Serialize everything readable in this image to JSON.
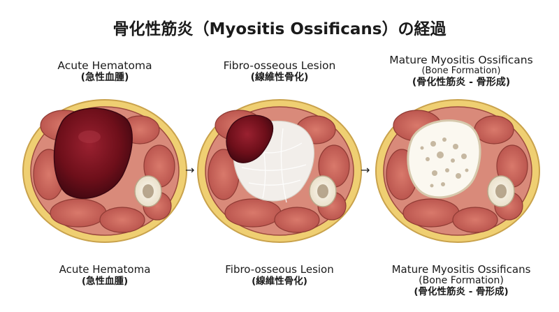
{
  "title": "骨化性筋炎（Myositis Ossificans）の経過",
  "stages": [
    {
      "en": "Acute Hematoma",
      "jp": "(急性血腫)"
    },
    {
      "en": "Fibro-osseous Lesion",
      "jp": "(線維性骨化)"
    },
    {
      "en": "Mature Myositis Ossificans",
      "sub": "(Bone Formation)",
      "jp": "(骨化性筋炎 - 骨形成)"
    }
  ],
  "bottom_labels": [
    {
      "en": "Acute Hematoma",
      "jp": "(急性血腫)"
    },
    {
      "en": "Fibro-osseous Lesion",
      "jp": "(線維性骨化)"
    },
    {
      "en": "Mature Myositis Ossificans",
      "sub": "(Bone Formation)",
      "jp": "(骨化性筋炎 - 骨形成)"
    }
  ],
  "arrow_glyph": "→",
  "colors": {
    "fat": "#efcf72",
    "muscle": "#c9655a",
    "hematoma": "#6e0f1a",
    "fibrous": "#f2eeea",
    "bone": "#f4efe2",
    "marrow": "#a89478"
  }
}
